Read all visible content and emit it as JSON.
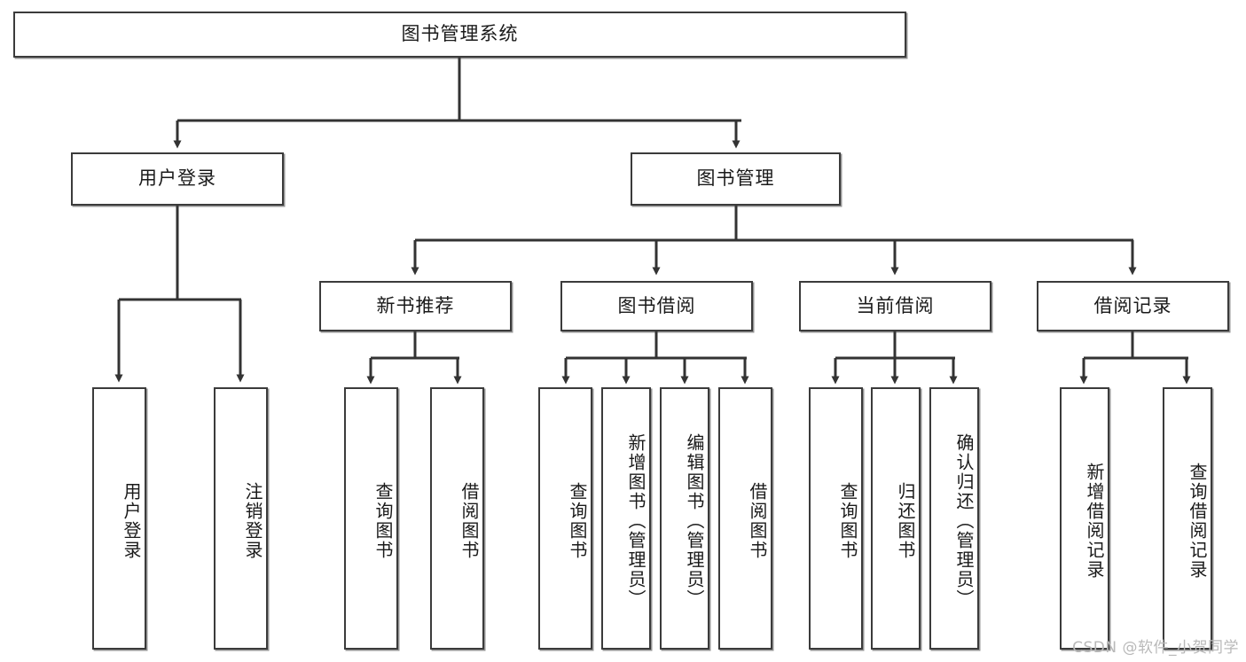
{
  "diagram": {
    "title": "图书管理系统",
    "type": "tree",
    "watermark": "CSDN @软件_小贺同学",
    "colors": {
      "box_border": "#3b3b3b",
      "box_fill": "#ffffff",
      "connector": "#333333",
      "text": "#1a1a1a",
      "watermark": "#b9b9b9"
    },
    "levels": {
      "root": "图书管理系统",
      "level1": [
        "用户登录",
        "图书管理"
      ],
      "level2": [
        "新书推荐",
        "图书借阅",
        "当前借阅",
        "借阅记录"
      ]
    },
    "nodes": {
      "root": {
        "label": "图书管理系统",
        "orientation": "horizontal"
      },
      "user_login": {
        "label": "用户登录",
        "orientation": "horizontal"
      },
      "book_manage": {
        "label": "图书管理",
        "orientation": "horizontal"
      },
      "new_book_rec": {
        "label": "新书推荐",
        "orientation": "horizontal"
      },
      "book_borrow": {
        "label": "图书借阅",
        "orientation": "horizontal"
      },
      "current_borrow": {
        "label": "当前借阅",
        "orientation": "horizontal"
      },
      "borrow_record": {
        "label": "借阅记录",
        "orientation": "horizontal"
      },
      "leaf_user_login": {
        "label": "用户登录",
        "orientation": "vertical"
      },
      "leaf_logout": {
        "label": "注销登录",
        "orientation": "vertical"
      },
      "leaf_query_book_1": {
        "label": "查询图书",
        "orientation": "vertical"
      },
      "leaf_borrow_book_1": {
        "label": "借阅图书",
        "orientation": "vertical"
      },
      "leaf_query_book_2": {
        "label": "查询图书",
        "orientation": "vertical"
      },
      "leaf_add_book": {
        "label": "新增图书（管理员）",
        "orientation": "vertical"
      },
      "leaf_edit_book": {
        "label": "编辑图书（管理员）",
        "orientation": "vertical"
      },
      "leaf_borrow_book_2": {
        "label": "借阅图书",
        "orientation": "vertical"
      },
      "leaf_query_book_3": {
        "label": "查询图书",
        "orientation": "vertical"
      },
      "leaf_return_book": {
        "label": "归还图书",
        "orientation": "vertical"
      },
      "leaf_confirm_return": {
        "label": "确认归还（管理员）",
        "orientation": "vertical"
      },
      "leaf_add_record": {
        "label": "新增借阅记录",
        "orientation": "vertical"
      },
      "leaf_query_record": {
        "label": "查询借阅记录",
        "orientation": "vertical"
      }
    },
    "edges": [
      {
        "from": "图书管理系统",
        "to": "用户登录"
      },
      {
        "from": "图书管理系统",
        "to": "图书管理"
      },
      {
        "from": "用户登录",
        "to": "用户登录"
      },
      {
        "from": "用户登录",
        "to": "注销登录"
      },
      {
        "from": "图书管理",
        "to": "新书推荐"
      },
      {
        "from": "图书管理",
        "to": "图书借阅"
      },
      {
        "from": "图书管理",
        "to": "当前借阅"
      },
      {
        "from": "图书管理",
        "to": "借阅记录"
      },
      {
        "from": "新书推荐",
        "to": "查询图书"
      },
      {
        "from": "新书推荐",
        "to": "借阅图书"
      },
      {
        "from": "图书借阅",
        "to": "查询图书"
      },
      {
        "from": "图书借阅",
        "to": "新增图书（管理员）"
      },
      {
        "from": "图书借阅",
        "to": "编辑图书（管理员）"
      },
      {
        "from": "图书借阅",
        "to": "借阅图书"
      },
      {
        "from": "当前借阅",
        "to": "查询图书"
      },
      {
        "from": "当前借阅",
        "to": "归还图书"
      },
      {
        "from": "当前借阅",
        "to": "确认归还（管理员）"
      },
      {
        "from": "借阅记录",
        "to": "新增借阅记录"
      },
      {
        "from": "借阅记录",
        "to": "查询借阅记录"
      }
    ]
  }
}
